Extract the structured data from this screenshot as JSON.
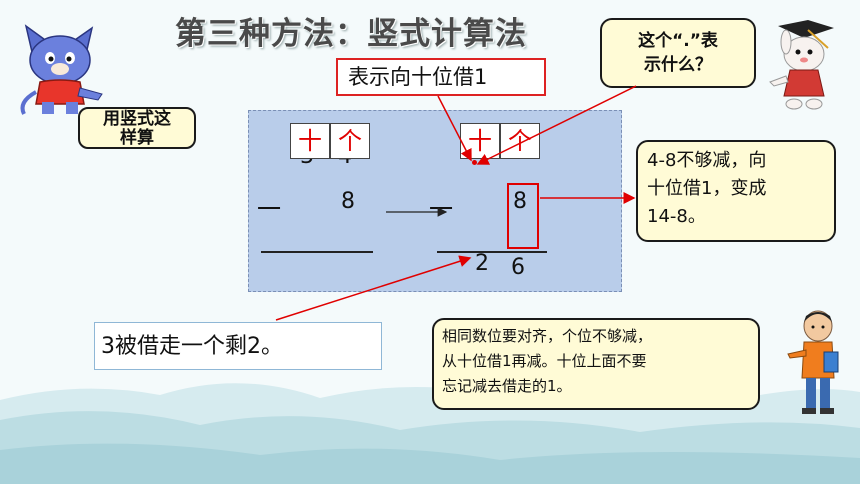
{
  "title": "第三种方法：竖式计算法",
  "left_bubble": {
    "line1": "用竖式这",
    "line2": "样算"
  },
  "borrow_label": "表示向十位借1",
  "question_bubble": {
    "line1": "这个“.”表",
    "line2": "示什么？"
  },
  "place_headers": {
    "tens": "十",
    "ones": "个"
  },
  "left_calc": {
    "minus": "一",
    "subtrahend": "8"
  },
  "right_calc": {
    "minus": "一",
    "subtrahend": "8",
    "result_tens": "2",
    "result_ones": "6"
  },
  "explain_bubble": {
    "line1": "4-8不够减，向",
    "line2": "十位借1，变成",
    "line3": "14-8。"
  },
  "remain_box": "3被借走一个剩2。",
  "rule_bubble": {
    "line1": "相同数位要对齐，个位不够减，",
    "line2": "从十位借1再减。十位上面不要",
    "line3": "忘记减去借走的1。"
  },
  "colors": {
    "accent_red": "#e00000",
    "panel_blue": "#b9cdea",
    "bubble_fill": "#fffbd6"
  }
}
